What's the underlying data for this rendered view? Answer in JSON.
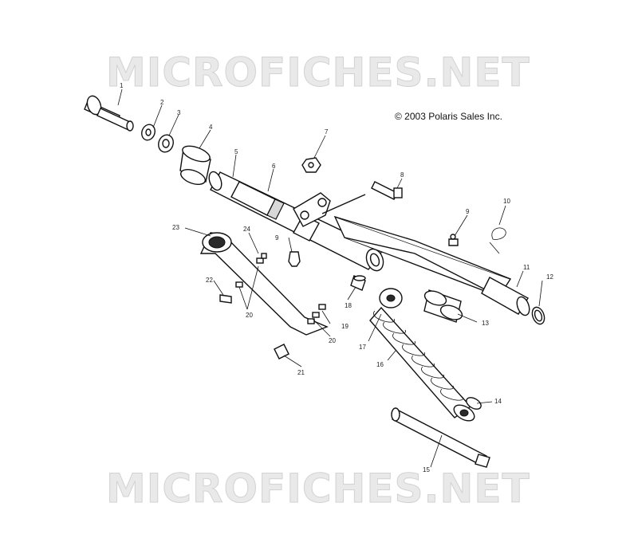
{
  "watermark": {
    "top_text": "MICROFICHES.NET",
    "bottom_text": "MICROFICHES.NET"
  },
  "copyright": "© 2003 Polaris Sales Inc.",
  "callouts": {
    "p1": "1",
    "p2": "2",
    "p3": "3",
    "p4": "4",
    "p5": "5",
    "p6": "6",
    "p7": "7",
    "p8": "8",
    "p9a": "9",
    "p9b": "9",
    "p10": "10",
    "p11": "11",
    "p12": "12",
    "p13": "13",
    "p14": "14",
    "p15": "15",
    "p16": "16",
    "p17": "17",
    "p18": "18",
    "p19": "19",
    "p20a": "20",
    "p20b": "20",
    "p21": "21",
    "p22": "22",
    "p23": "23",
    "p24": "24"
  }
}
